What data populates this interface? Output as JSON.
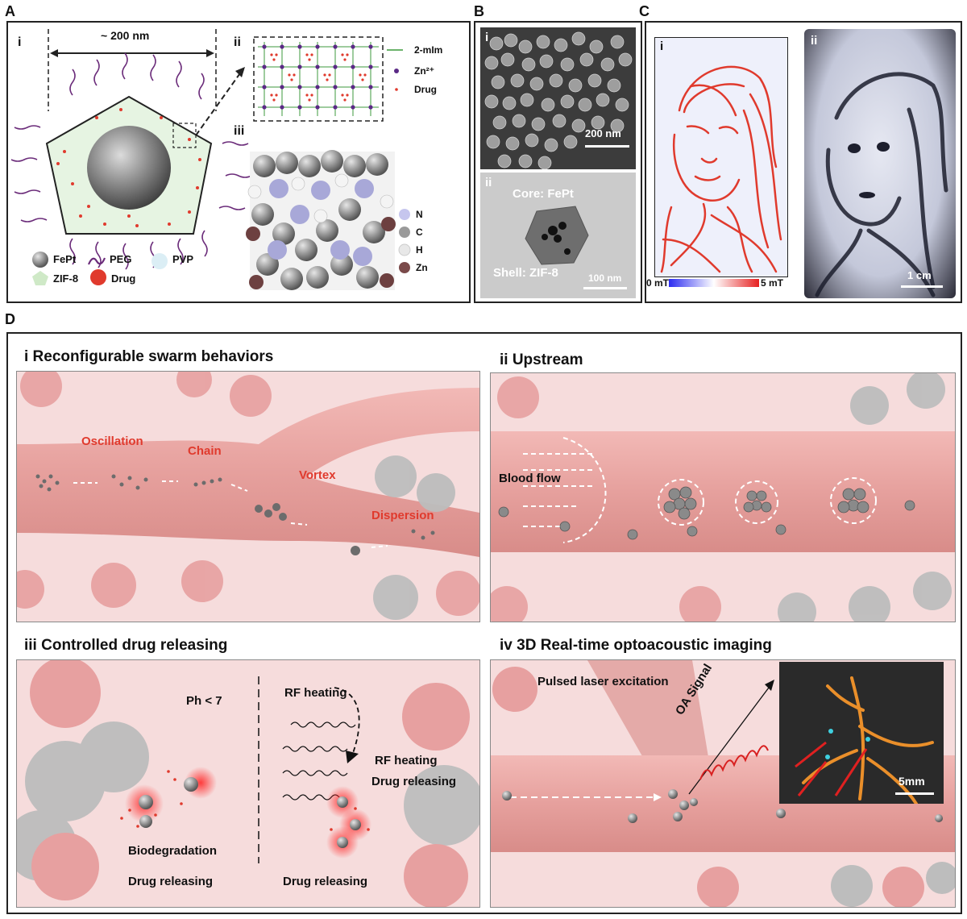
{
  "panels": {
    "A": {
      "letter": "A",
      "sub_i": "i",
      "sub_ii": "ii",
      "sub_iii": "iii",
      "size_label": "~ 200 nm",
      "legend_mof": [
        "2-mIm",
        "Zn²⁺",
        "Drug"
      ],
      "legend_atoms": [
        "N",
        "C",
        "H",
        "Zn"
      ],
      "legend_particle": [
        "FePt",
        "PEG",
        "PVP",
        "ZIF-8",
        "Drug"
      ]
    },
    "B": {
      "letter": "B",
      "sub_i": "i",
      "sub_ii": "ii",
      "scale_i": "200 nm",
      "core": "Core: FePt",
      "shell": "Shell: ZIF-8",
      "scale_ii": "100 nm"
    },
    "C": {
      "letter": "C",
      "sub_i": "i",
      "sub_ii": "ii",
      "cbar_min": "0 mT",
      "cbar_max": "5 mT",
      "scale_ii": "1 cm"
    },
    "D": {
      "letter": "D",
      "i": {
        "title": "i  Reconfigurable  swarm behaviors",
        "labels": [
          "Oscillation",
          "Chain",
          "Vortex",
          "Dispersion"
        ]
      },
      "ii": {
        "title": "ii Upstream",
        "blood_flow": "Blood flow"
      },
      "iii": {
        "title": "iii  Controlled drug releasing",
        "ph": "Ph < 7",
        "rf1": "RF heating",
        "rf2": "RF heating",
        "drug_rel_right": "Drug releasing",
        "biodeg": "Biodegradation",
        "drug_rel_left": "Drug releasing",
        "drug_rel_mid": "Drug releasing"
      },
      "iv": {
        "title": "iv  3D Real-time optoacoustic imaging",
        "laser": "Pulsed laser excitation",
        "oa": "OA Signal",
        "scale": "5mm"
      }
    }
  },
  "colors": {
    "tissue": "#f6dcdc",
    "vessel": "#e9a3a0",
    "cell_red": "#e7a0a0",
    "cell_gray": "#bdbdbd",
    "accent_red": "#e03a2d"
  }
}
